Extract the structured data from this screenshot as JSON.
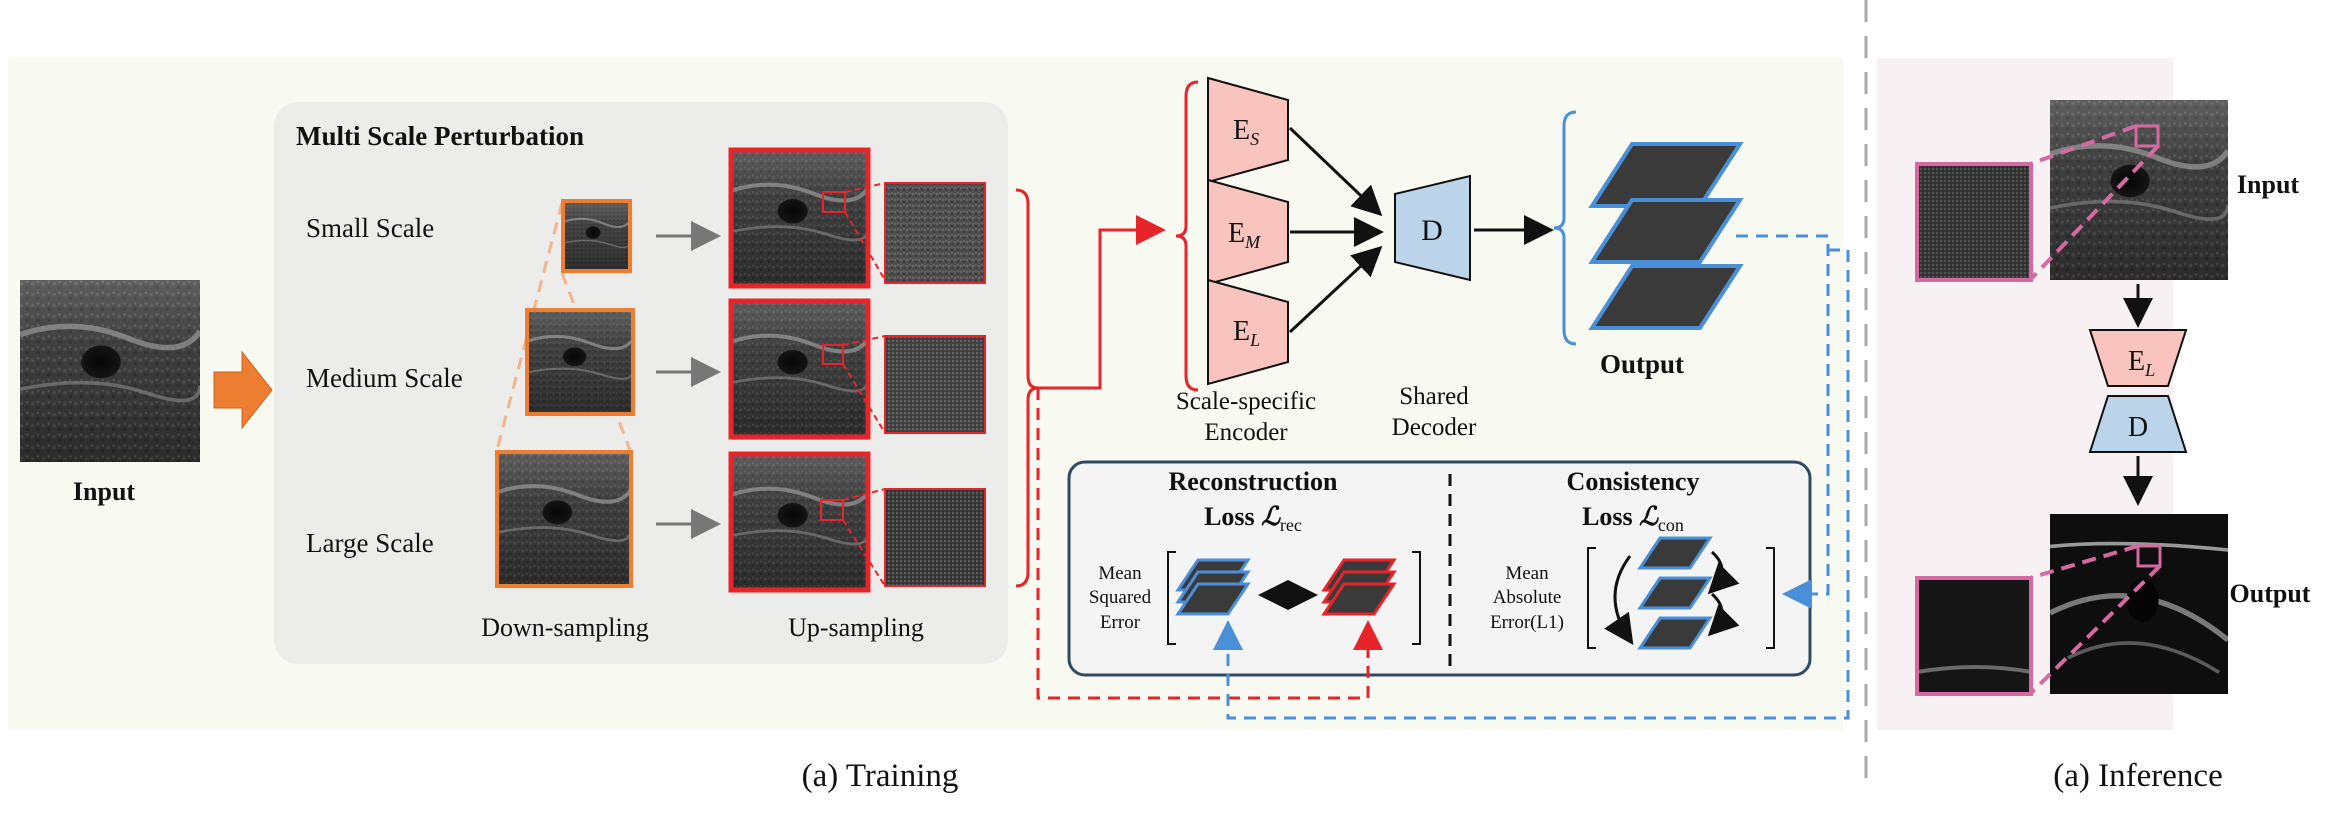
{
  "training": {
    "input_label": "Input",
    "perturbation_title": "Multi Scale Perturbation",
    "scales": [
      "Small Scale",
      "Medium Scale",
      "Large Scale"
    ],
    "downsampling_label": "Down-sampling",
    "upsampling_label": "Up-sampling",
    "encoders": [
      {
        "main": "E",
        "sub": "S"
      },
      {
        "main": "E",
        "sub": "M"
      },
      {
        "main": "E",
        "sub": "L"
      }
    ],
    "encoder_caption": [
      "Scale-specific",
      "Encoder"
    ],
    "decoder": "D",
    "decoder_caption": [
      "Shared",
      "Decoder"
    ],
    "output_label": "Output",
    "recon_loss": {
      "title": "Reconstruction",
      "loss_word": "Loss ",
      "symbol": "ℒ",
      "sub": "rec",
      "metric": [
        "Mean",
        "Squared",
        "Error"
      ]
    },
    "consistency_loss": {
      "title": "Consistency",
      "loss_word": "Loss ",
      "symbol": "ℒ",
      "sub": "con",
      "metric": [
        "Mean",
        "Absolute",
        "Error(L1)"
      ]
    },
    "caption": "(a) Training"
  },
  "inference": {
    "input_label": "Input",
    "encoder": {
      "main": "E",
      "sub": "L"
    },
    "decoder": "D",
    "output_label": "Output",
    "caption": "(a) Inference"
  },
  "colors": {
    "orange": "#ed7d31",
    "red": "#e8242b",
    "blue": "#4a90d9",
    "pink": "#d56aa0",
    "encoder_fill": "#f8c4bd",
    "decoder_fill": "#bcd4ea",
    "training_bg": "#f8faf2",
    "panel_bg": "#ececea",
    "inference_bg": "#f7f1f4",
    "loss_border": "#2e4a62"
  }
}
